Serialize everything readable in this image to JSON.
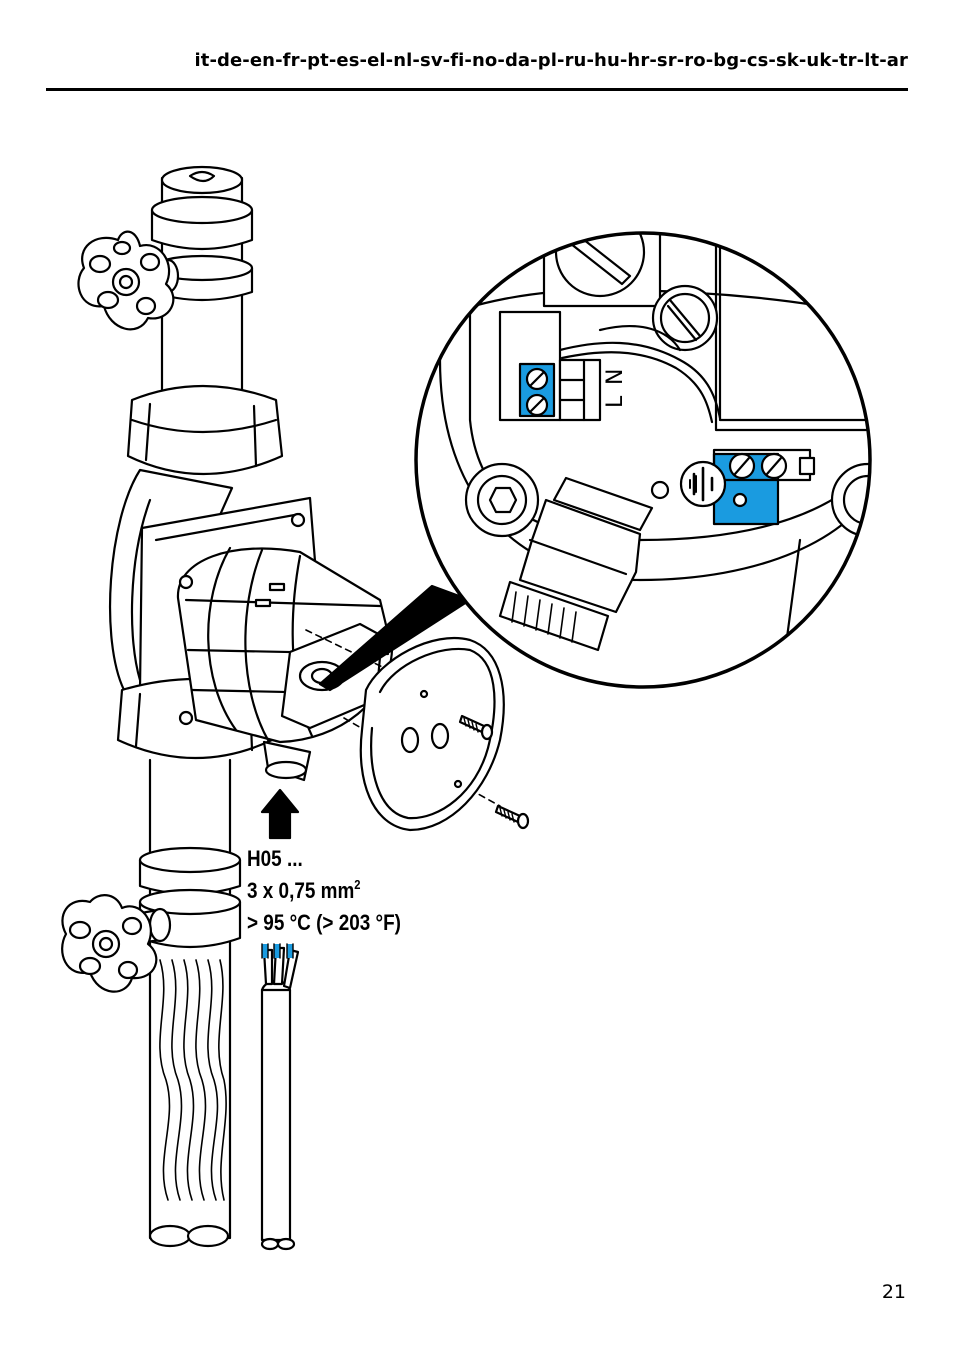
{
  "header": {
    "languages": "it-de-en-fr-pt-es-el-nl-sv-fi-no-da-pl-ru-hu-hr-sr-ro-bg-cs-sk-uk-tr-lt-ar"
  },
  "illustration": {
    "terminal_labels": {
      "l": "L",
      "n": "N"
    },
    "terminal_highlight_color": "#1a9be0",
    "ground_symbol": "protective-earth-icon"
  },
  "cable_spec": {
    "type": "H05 ...",
    "cross_section": "3 x 0,75 mm",
    "cross_section_exponent": "2",
    "temperature": "> 95 °C (> 203 °F)"
  },
  "page_number": "21"
}
